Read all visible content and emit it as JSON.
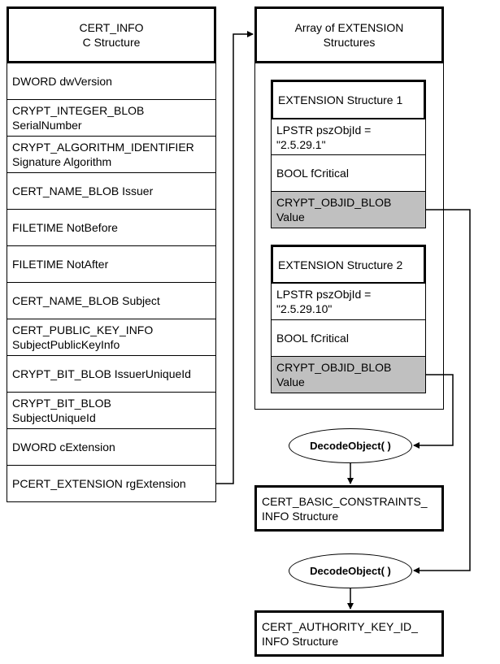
{
  "cert_info": {
    "title_line1": "CERT_INFO",
    "title_line2": "C Structure",
    "fields": [
      {
        "line1": "DWORD dwVersion",
        "line2": ""
      },
      {
        "line1": "CRYPT_INTEGER_BLOB",
        "line2": "SerialNumber"
      },
      {
        "line1": "CRYPT_ALGORITHM_IDENTIFIER",
        "line2": "Signature Algorithm"
      },
      {
        "line1": "CERT_NAME_BLOB Issuer",
        "line2": ""
      },
      {
        "line1": "FILETIME NotBefore",
        "line2": ""
      },
      {
        "line1": "FILETIME NotAfter",
        "line2": ""
      },
      {
        "line1": "CERT_NAME_BLOB Subject",
        "line2": ""
      },
      {
        "line1": "CERT_PUBLIC_KEY_INFO",
        "line2": "SubjectPublicKeyInfo"
      },
      {
        "line1": "CRYPT_BIT_BLOB IssuerUniqueId",
        "line2": ""
      },
      {
        "line1": "CRYPT_BIT_BLOB",
        "line2": "SubjectUniqueId"
      },
      {
        "line1": "DWORD cExtension",
        "line2": ""
      },
      {
        "line1": "PCERT_EXTENSION rgExtension",
        "line2": ""
      }
    ]
  },
  "extension_array": {
    "title_line1": "Array of EXTENSION",
    "title_line2": "Structures",
    "extensions": [
      {
        "title": "EXTENSION Structure 1",
        "objid_line1": "LPSTR  pszObjId =",
        "objid_line2": "\"2.5.29.1\"",
        "critical": "BOOL  fCritical",
        "value_line1": "CRYPT_OBJID_BLOB",
        "value_line2": "Value"
      },
      {
        "title": "EXTENSION Structure 2",
        "objid_line1": "LPSTR  pszObjId =",
        "objid_line2": "\"2.5.29.10\"",
        "critical": "BOOL  fCritical",
        "value_line1": "CRYPT_OBJID_BLOB",
        "value_line2": "Value"
      }
    ]
  },
  "decode_1": {
    "label": "DecodeObject( )",
    "result_line1": "CERT_BASIC_CONSTRAINTS_",
    "result_line2": "INFO Structure"
  },
  "decode_2": {
    "label": "DecodeObject( )",
    "result_line1": "CERT_AUTHORITY_KEY_ID_",
    "result_line2": "INFO Structure"
  },
  "colors": {
    "line": "#000000",
    "value_fill": "#c0c0c0",
    "background": "#ffffff"
  }
}
